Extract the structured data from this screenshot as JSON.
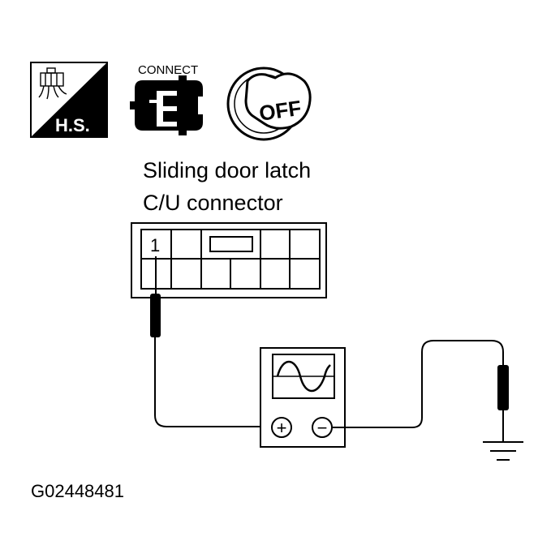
{
  "icons": {
    "harness_label": "H.S.",
    "connect_label": "CONNECT",
    "ignition_label": "OFF"
  },
  "diagram": {
    "connector_title_line1": "Sliding door latch",
    "connector_title_line2": "C/U connector",
    "pin_number": "1",
    "meter_plus": "+",
    "meter_minus": "−"
  },
  "figure_id": "G02448481"
}
